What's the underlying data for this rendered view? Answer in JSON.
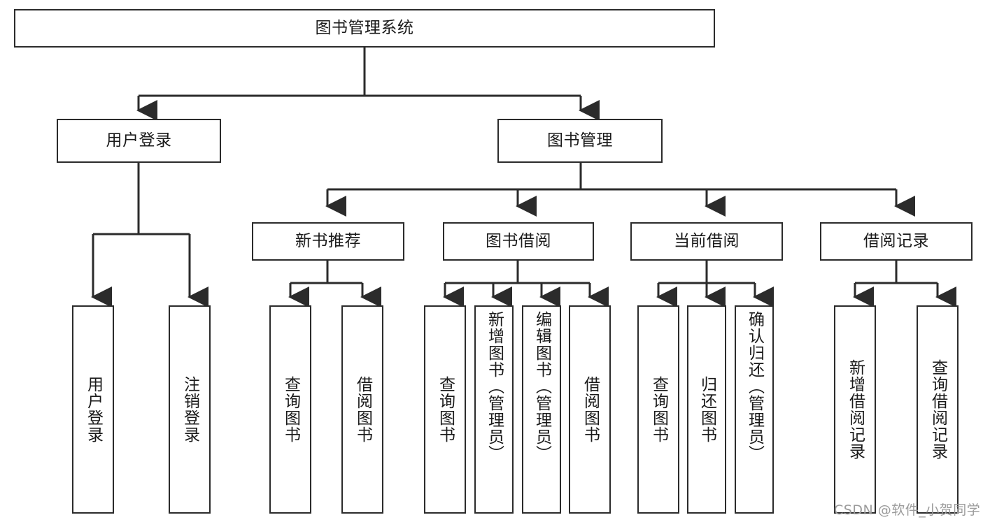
{
  "diagram": {
    "title": "图书管理系统",
    "type": "tree-hierarchy",
    "root": {
      "label": "图书管理系统"
    },
    "level2": [
      {
        "label": "用户登录"
      },
      {
        "label": "图书管理"
      }
    ],
    "level3": [
      {
        "label": "新书推荐"
      },
      {
        "label": "图书借阅"
      },
      {
        "label": "当前借阅"
      },
      {
        "label": "借阅记录"
      }
    ],
    "leaves_user_login": [
      {
        "label": "用户登录"
      },
      {
        "label": "注销登录"
      }
    ],
    "leaves_new_book": [
      {
        "label": "查询图书"
      },
      {
        "label": "借阅图书"
      }
    ],
    "leaves_book_borrow": [
      {
        "label": "查询图书"
      },
      {
        "label": "新增图书（管理员）"
      },
      {
        "label": "编辑图书（管理员）"
      },
      {
        "label": "借阅图书"
      }
    ],
    "leaves_current_borrow": [
      {
        "label": "查询图书"
      },
      {
        "label": "归还图书"
      },
      {
        "label": "确认归还（管理员）"
      }
    ],
    "leaves_borrow_record": [
      {
        "label": "新增借阅记录"
      },
      {
        "label": "查询借阅记录"
      }
    ]
  },
  "watermark": {
    "text": "CSDN @软件_小贺同学"
  },
  "colors": {
    "stroke": "#2b2b2b",
    "background": "#ffffff",
    "text": "#1a1a1a",
    "watermark": "#9b9b9b"
  }
}
